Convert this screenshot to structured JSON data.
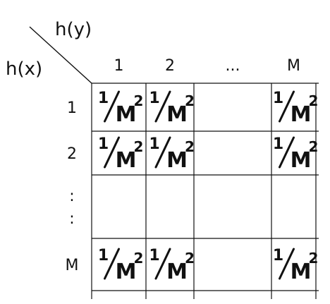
{
  "axes": {
    "y_label": "h(y)",
    "x_label": "h(x)"
  },
  "columns": [
    "1",
    "2",
    "...",
    "M"
  ],
  "rows": [
    "1",
    "2",
    ":",
    "M"
  ],
  "cells": [
    [
      "1/M²",
      "1/M²",
      "",
      "1/M²"
    ],
    [
      "1/M²",
      "1/M²",
      "",
      "1/M²"
    ],
    [
      "",
      "",
      "",
      ""
    ],
    [
      "1/M²",
      "1/M²",
      "",
      "1/M²"
    ]
  ],
  "cell_parts": {
    "numerator": "1",
    "denominator": "M",
    "exponent": "2"
  },
  "colors": {
    "ink": "#111111",
    "background": "#ffffff"
  }
}
